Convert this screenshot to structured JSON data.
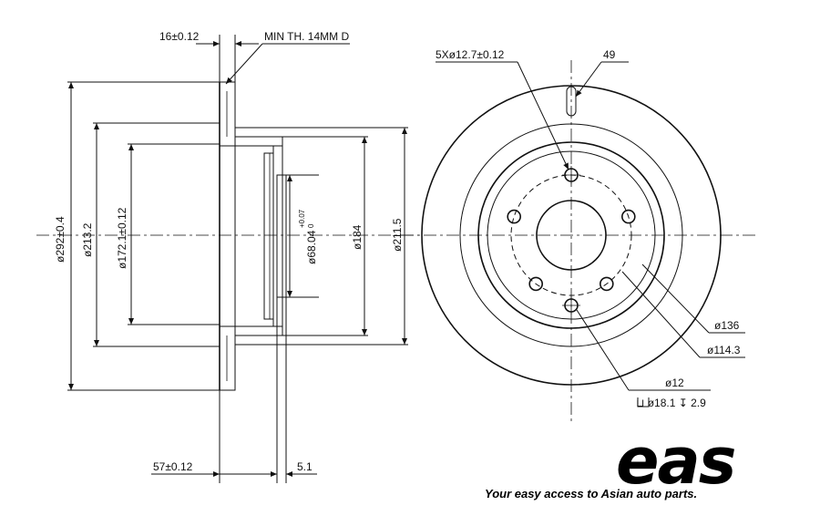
{
  "dimensions": {
    "thickness": "16±0.12",
    "min_thickness": "MIN TH. 14MM D",
    "outer_diameter": "ø292±0.4",
    "d_213": "ø213.2",
    "d_172": "ø172.1±0.12",
    "d_68_base": "ø68.04",
    "d_68_tol_plus": "+0.07",
    "d_68_tol_zero": "0",
    "d_184": "ø184",
    "d_211": "ø211.5",
    "height": "57±0.12",
    "offset": "5.1",
    "bolt_holes": "5Xø12.7±0.12",
    "angle": "49",
    "pcd_136": "ø136",
    "pcd_114": "ø114.3",
    "hole_12": "ø12",
    "counterbore": "⊔ ø18.1 ↧ 2.9"
  },
  "brand": {
    "logo": "eas",
    "tagline": "Your easy access to Asian auto parts."
  }
}
